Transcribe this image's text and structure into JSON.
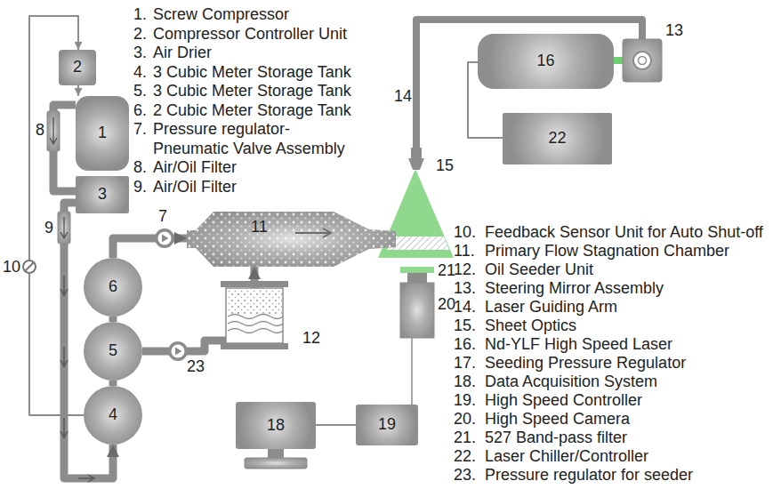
{
  "diagram": {
    "nodes": [
      {
        "text": [
          "2"
        ]
      },
      {
        "text": [
          "1"
        ]
      },
      {
        "text": [
          "3"
        ]
      },
      {
        "text": [
          "6"
        ]
      },
      {
        "text": [
          "5"
        ]
      },
      {
        "text": [
          "4"
        ]
      },
      {
        "text": [
          "11"
        ]
      },
      {
        "text": [
          "16"
        ]
      },
      {
        "text": [
          "22"
        ]
      },
      {
        "text": [
          "18"
        ]
      },
      {
        "text": [
          "19"
        ]
      }
    ],
    "edges": [
      {
        "from": 0,
        "to": 1,
        "arrow": "to"
      },
      {
        "from": 1,
        "to": 2,
        "arrow": "none"
      },
      {
        "from": 2,
        "to": 5,
        "arrow": "to"
      },
      {
        "from": 5,
        "to": 4,
        "arrow": "none"
      },
      {
        "from": 4,
        "to": 3,
        "arrow": "none"
      },
      {
        "from": 3,
        "to": 6,
        "arrow": "to"
      },
      {
        "from": 4,
        "to": 6,
        "arrow": "to"
      },
      {
        "from": 7,
        "to": 8,
        "arrow": "none"
      },
      {
        "from": 9,
        "to": 10,
        "arrow": "none"
      },
      {
        "from": 5,
        "to": 0,
        "arrow": "to"
      }
    ],
    "labels": [
      "1.",
      "Screw Compressor",
      "2.",
      "Compressor Controller Unit",
      "3.",
      "Air Drier",
      "4.",
      "3 Cubic Meter Storage Tank",
      "5.",
      "3 Cubic Meter Storage Tank",
      "6.",
      "2 Cubic Meter Storage Tank",
      "7.",
      "Pressure regulator- Pneumatic Valve Assembly",
      "8.",
      "Air/Oil Filter",
      "9.",
      "Air/Oil Filter",
      "10.",
      "Feedback Sensor Unit for Auto Shut-off",
      "11.",
      "Primary Flow Stagnation Chamber",
      "12.",
      "Oil Seeder Unit",
      "13.",
      "Steering Mirror Assembly",
      "14.",
      "Laser Guiding Arm",
      "15.",
      "Sheet Optics",
      "16.",
      "Nd-YLF High Speed Laser",
      "17.",
      "Seeding Pressure Regulator",
      "18.",
      "Data Acquisition System",
      "19.",
      "High Speed Controller",
      "20.",
      "High Speed Camera",
      "21.",
      "527 Band-pass filter",
      "22.",
      "Laser Chiller/Controller",
      "23.",
      "Pressure regulator for seeder",
      "7",
      "8",
      "9",
      "10",
      "12",
      "13",
      "14",
      "15",
      "20",
      "21",
      "23"
    ]
  }
}
